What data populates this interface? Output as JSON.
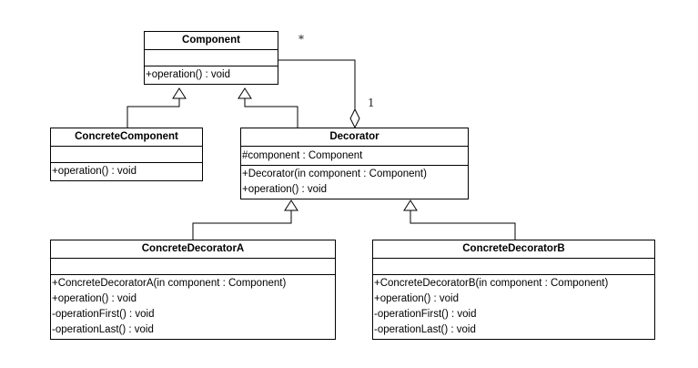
{
  "diagram": {
    "classes": {
      "component": {
        "name": "Component",
        "attributes": [],
        "operations": [
          "+operation() : void"
        ]
      },
      "concrete_component": {
        "name": "ConcreteComponent",
        "attributes": [],
        "operations": [
          "+operation() : void"
        ]
      },
      "decorator": {
        "name": "Decorator",
        "attributes": [
          "#component : Component"
        ],
        "operations": [
          "+Decorator(in component : Component)",
          "+operation() : void"
        ]
      },
      "concrete_decorator_a": {
        "name": "ConcreteDecoratorA",
        "attributes": [],
        "operations": [
          "+ConcreteDecoratorA(in component : Component)",
          "+operation() : void",
          "-operationFirst() : void",
          "-operationLast() : void"
        ]
      },
      "concrete_decorator_b": {
        "name": "ConcreteDecoratorB",
        "attributes": [],
        "operations": [
          "+ConcreteDecoratorB(in component : Component)",
          "+operation() : void",
          "-operationFirst() : void",
          "-operationLast() : void"
        ]
      }
    },
    "aggregation": {
      "multiplicity_component": "*",
      "multiplicity_decorator": "1"
    }
  }
}
